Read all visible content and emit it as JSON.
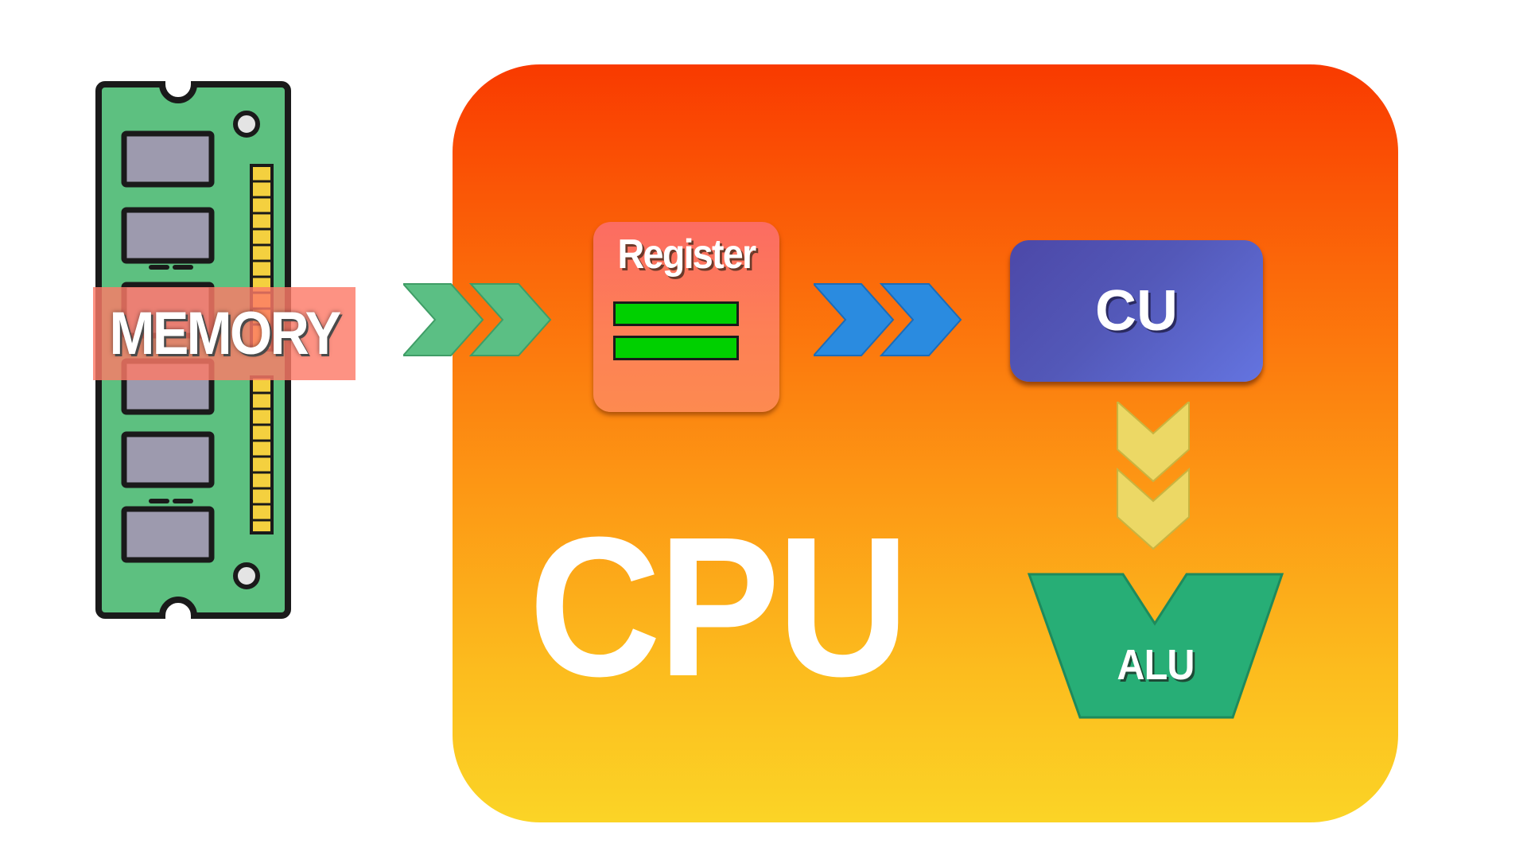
{
  "memory": {
    "label": "MEMORY"
  },
  "cpu": {
    "label": "CPU"
  },
  "register": {
    "label": "Register",
    "bar_count": 2
  },
  "control_unit": {
    "label": "CU"
  },
  "alu": {
    "label": "ALU"
  },
  "arrows": [
    {
      "from": "memory",
      "to": "register",
      "color": "#5bbf84"
    },
    {
      "from": "register",
      "to": "control_unit",
      "color": "#2a8be0"
    },
    {
      "from": "control_unit",
      "to": "alu",
      "color": "#ecd865"
    }
  ],
  "colors": {
    "cpu_top": "#f93a00",
    "cpu_bottom": "#fbd426",
    "memory_board": "#5dc080",
    "memory_chip": "#9d9aae",
    "memory_pins": "#f4d03f",
    "register": "#fc7b5a",
    "register_bars": "#00d000",
    "control_unit": "#5558b8",
    "alu": "#27ae76"
  }
}
